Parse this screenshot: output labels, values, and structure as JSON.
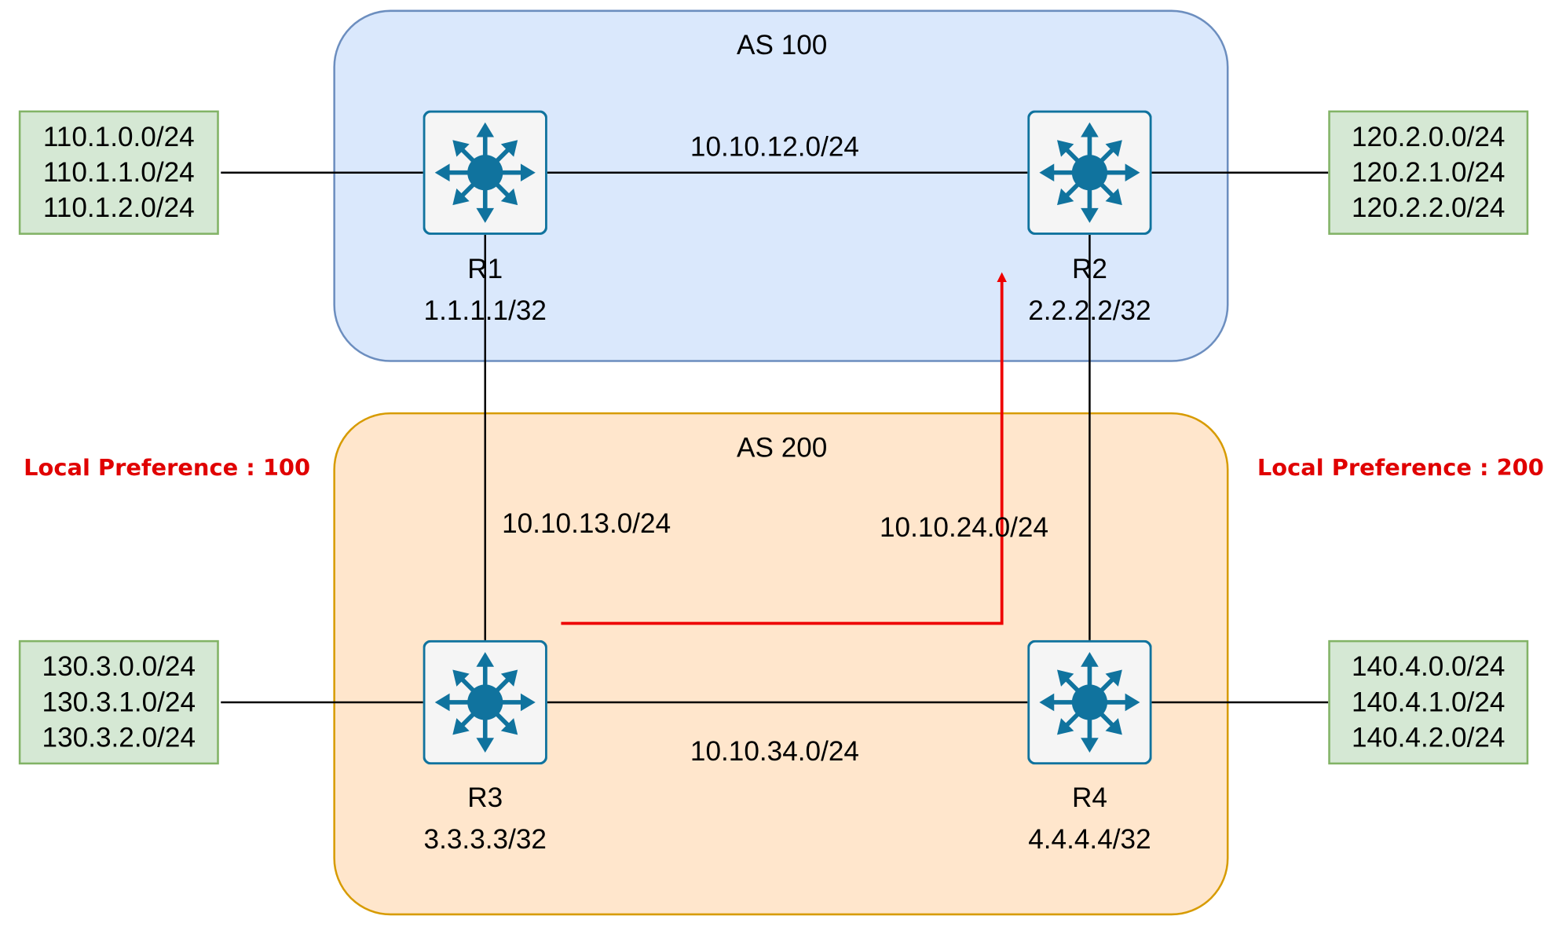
{
  "as_groups": [
    {
      "id": "as100",
      "label": "AS 100",
      "fill": "#dae8fc",
      "stroke": "#6c8ebf"
    },
    {
      "id": "as200",
      "label": "AS 200",
      "fill": "#ffe6cc",
      "stroke": "#d79b00"
    }
  ],
  "routers": [
    {
      "id": "r1",
      "name": "R1",
      "loopback": "1.1.1.1/32",
      "as": "AS 100"
    },
    {
      "id": "r2",
      "name": "R2",
      "loopback": "2.2.2.2/32",
      "as": "AS 100"
    },
    {
      "id": "r3",
      "name": "R3",
      "loopback": "3.3.3.3/32",
      "as": "AS 200"
    },
    {
      "id": "r4",
      "name": "R4",
      "loopback": "4.4.4.4/32",
      "as": "AS 200"
    }
  ],
  "links": [
    {
      "from": "R1",
      "to": "R2",
      "subnet": "10.10.12.0/24"
    },
    {
      "from": "R1",
      "to": "R3",
      "subnet": "10.10.13.0/24"
    },
    {
      "from": "R2",
      "to": "R4",
      "subnet": "10.10.24.0/24"
    },
    {
      "from": "R3",
      "to": "R4",
      "subnet": "10.10.34.0/24"
    }
  ],
  "prefix_groups": [
    {
      "router": "R1",
      "prefixes": [
        "110.1.0.0/24",
        "110.1.1.0/24",
        "110.1.2.0/24"
      ]
    },
    {
      "router": "R2",
      "prefixes": [
        "120.2.0.0/24",
        "120.2.1.0/24",
        "120.2.2.0/24"
      ]
    },
    {
      "router": "R3",
      "prefixes": [
        "130.3.0.0/24",
        "130.3.1.0/24",
        "130.3.2.0/24"
      ]
    },
    {
      "router": "R4",
      "prefixes": [
        "140.4.0.0/24",
        "140.4.1.0/24",
        "140.4.2.0/24"
      ]
    }
  ],
  "local_preference": {
    "left": "Local Preference : 100",
    "right": "Local Preference : 200"
  },
  "traffic_path": {
    "from": "R3",
    "to": "R2",
    "color": "#ee0000"
  },
  "colors": {
    "router_fill": "#f5f5f5",
    "router_stroke": "#10739e",
    "router_icon": "#10739e",
    "prefix_fill": "#d5e8d4",
    "prefix_stroke": "#82b366",
    "annotation": "#e00000"
  },
  "icons": {
    "router": "layer3-switch-icon"
  }
}
